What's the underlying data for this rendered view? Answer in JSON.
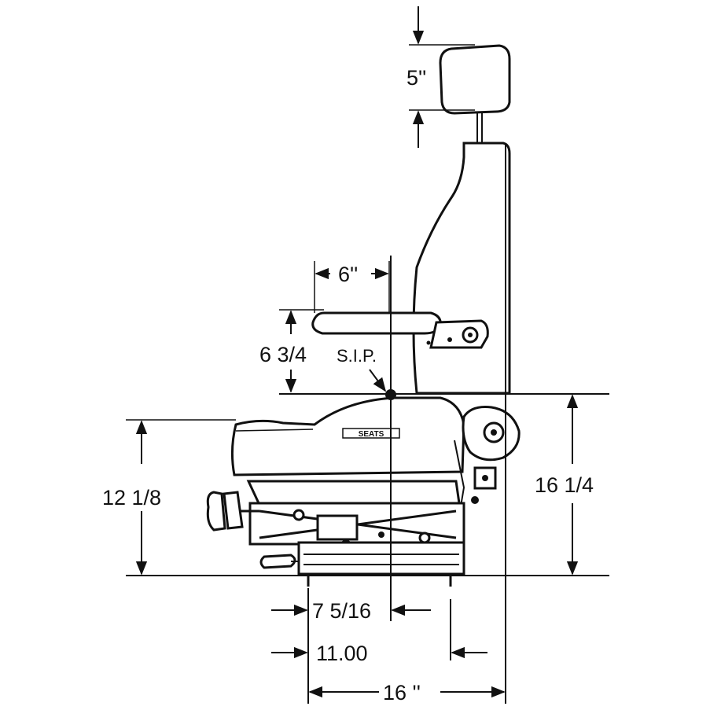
{
  "dimensions": {
    "headrest_height": "5''",
    "armrest_length": "6''",
    "armrest_height": "6 3/4",
    "sip_label": "S.I.P.",
    "seat_height": "12 1/8",
    "sip_height": "16 1/4",
    "sip_to_mount": "7 5/16",
    "mount_spacing": "11.00",
    "overall_depth": "16 ''"
  },
  "logo_text": "SEATS"
}
